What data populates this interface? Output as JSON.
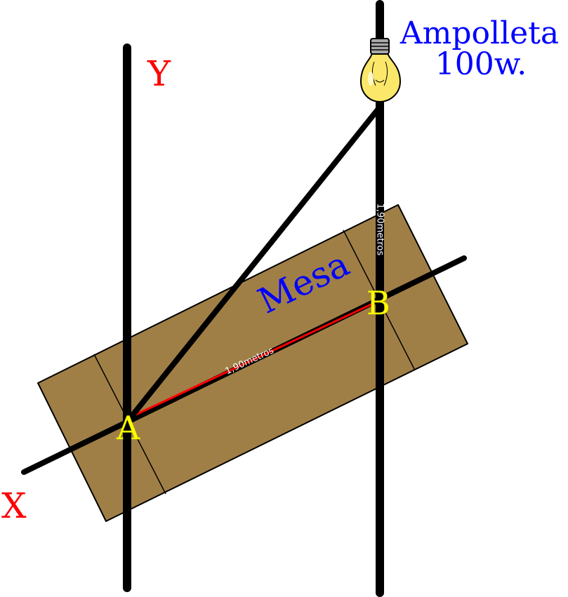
{
  "axes": {
    "x_label": "X",
    "y_label": "Y"
  },
  "lamp": {
    "label_line1": "Ampolleta",
    "label_line2": "100w.",
    "icon": "light-bulb-icon"
  },
  "table": {
    "label": "Mesa"
  },
  "points": {
    "a": "A",
    "b": "B"
  },
  "measurements": {
    "ab_distance": "1,90metros",
    "lamp_height": "1,90metros"
  },
  "colors": {
    "axis_label": "#ff0000",
    "point_label": "#ffff00",
    "title_text": "#0000ff",
    "table_fill": "#a07f46",
    "segment_ab": "#ff0000",
    "bulb_glass": "#fbe86a",
    "bulb_base": "#a8a8a8"
  }
}
